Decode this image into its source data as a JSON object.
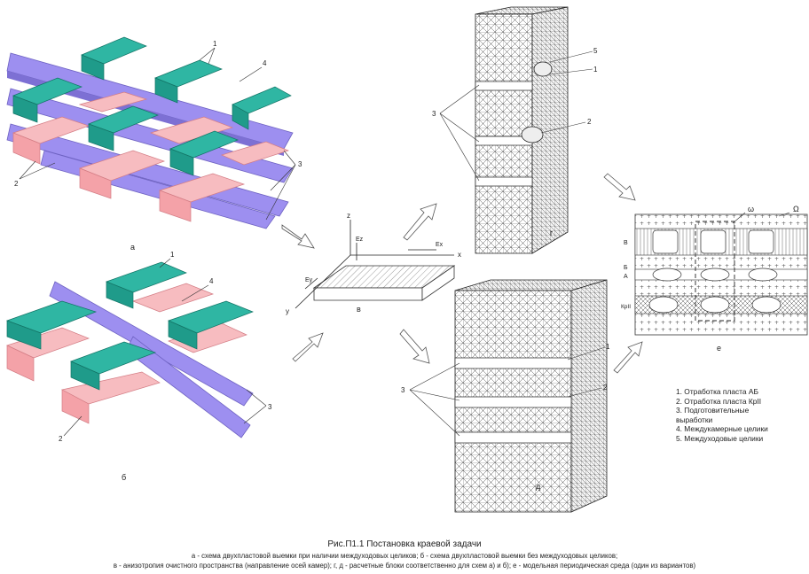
{
  "panels": {
    "a": "а",
    "b": "б",
    "v": "в",
    "g": "г",
    "d": "д",
    "e": "е"
  },
  "callouts": {
    "n1": "1",
    "n2": "2",
    "n3": "3",
    "n4": "4",
    "n5": "5"
  },
  "axes": {
    "z": "z",
    "x": "x",
    "y": "y",
    "Ez": "Ez",
    "Ex": "Ex",
    "Ey": "Ey"
  },
  "model": {
    "omega": "ω",
    "Omega": "Ω",
    "zone_v": "В",
    "zone_b": "Б",
    "zone_a": "А",
    "zone_kr": "КрII"
  },
  "legend": [
    "1. Отработка пласта АБ",
    "2. Отработка пласта КрII",
    "3. Подготовительные",
    "выработки",
    "4. Междукамерные целики",
    "5. Междуходовые целики"
  ],
  "caption": {
    "title": "Рис.П1.1 Постановка краевой задачи",
    "line1": "а - схема двухпластовой выемки при наличии междуходовых целиков; б -  схема двухпластовой выемки без междуходовых целиков;",
    "line2": "в - анизотропия очистного пространства (направление осей камер); г, д - расчетные блоки соответственно для схем а) и б); е - модельная периодическая среда (один из вариантов)"
  },
  "colors": {
    "teal": "#1f9b8a",
    "pink": "#f4a2a8",
    "lavender": "#9d8ff0",
    "mesh": "#333333"
  }
}
